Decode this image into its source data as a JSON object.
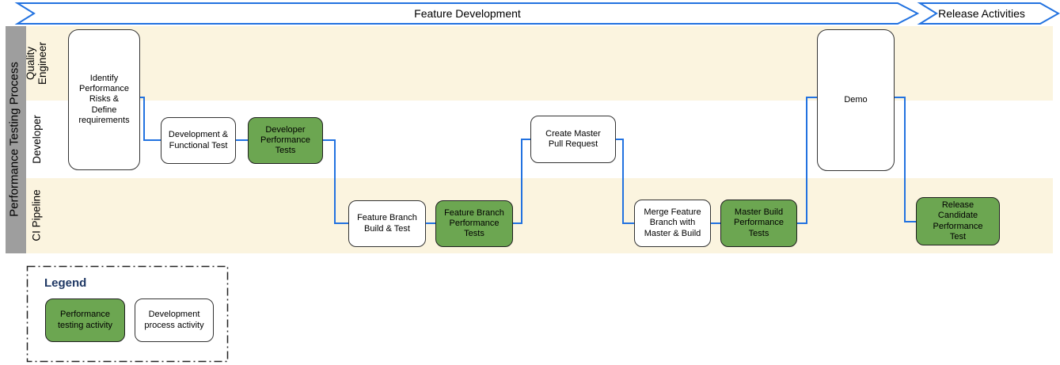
{
  "banners": [
    {
      "label": "Feature Development"
    },
    {
      "label": "Release Activities"
    }
  ],
  "process_title": "Performance Testing Process",
  "lanes": [
    {
      "label": "Quality Engineer"
    },
    {
      "label": "Developer"
    },
    {
      "label": "CI Pipeline"
    }
  ],
  "nodes": [
    {
      "label": "Identify Performance Risks & Define requirements",
      "type": "development",
      "lane": "Quality Engineer / Developer"
    },
    {
      "label": "Development & Functional Test",
      "type": "development",
      "lane": "Developer"
    },
    {
      "label": "Developer Performance Tests",
      "type": "performance",
      "lane": "Developer"
    },
    {
      "label": "Feature Branch Build & Test",
      "type": "development",
      "lane": "CI Pipeline"
    },
    {
      "label": "Feature Branch Performance Tests",
      "type": "performance",
      "lane": "CI Pipeline"
    },
    {
      "label": "Create Master Pull Request",
      "type": "development",
      "lane": "Developer"
    },
    {
      "label": "Merge Feature Branch with Master & Build",
      "type": "development",
      "lane": "CI Pipeline"
    },
    {
      "label": "Master Build Performance Tests",
      "type": "performance",
      "lane": "CI Pipeline"
    },
    {
      "label": "Demo",
      "type": "development",
      "lane": "Quality Engineer / Developer"
    },
    {
      "label": "Release Candidate Performance Test",
      "type": "performance",
      "lane": "CI Pipeline"
    }
  ],
  "legend": {
    "title": "Legend",
    "items": [
      {
        "label": "Performance testing activity",
        "type": "performance"
      },
      {
        "label": "Development process activity",
        "type": "development"
      }
    ]
  },
  "colors": {
    "performance_green": "#6CA651",
    "lane_cream": "#FBF4DF",
    "connector_blue": "#2272E0",
    "rail_gray": "#9E9E9E",
    "legend_title_navy": "#1F3864",
    "node_border": "#333333"
  }
}
